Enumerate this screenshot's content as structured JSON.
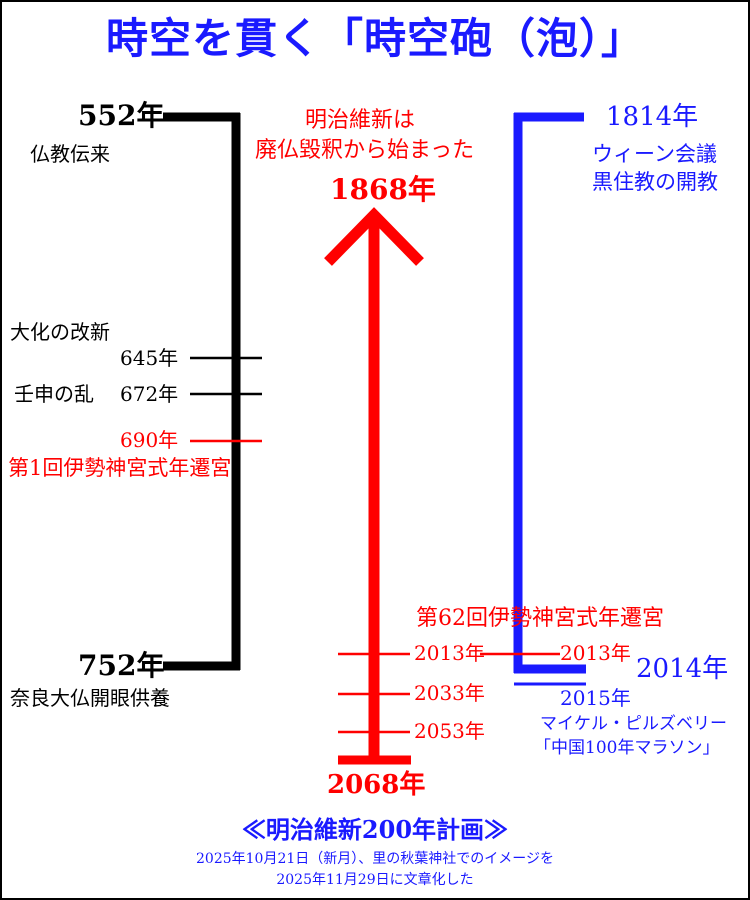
{
  "title": "時空を貫く「時空砲（泡）」",
  "colors": {
    "black": "#000000",
    "red": "#ff0000",
    "blue": "#1a1aff"
  },
  "left": {
    "start_year": "552年",
    "start_event": "仏教伝来",
    "taika_event": "大化の改新",
    "taika_year": "645年",
    "jinshin_event": "壬申の乱",
    "jinshin_year": "672年",
    "ise_year": "690年",
    "ise_event": "第1回伊勢神宮式年遷宮",
    "end_year": "752年",
    "end_event": "奈良大仏開眼供養"
  },
  "center": {
    "meiji_line1": "明治維新は",
    "meiji_line2": "廃仏毀釈から始まった",
    "start_year": "1868年",
    "ise62": "第62回伊勢神宮式年遷宮",
    "y2013": "2013年",
    "y2033": "2033年",
    "y2053": "2053年",
    "end_year": "2068年"
  },
  "right": {
    "start_year": "1814年",
    "vienna": "ウィーン会議",
    "kurozumi": "黒住教の開教",
    "y2013": "2013年",
    "y2014": "2014年",
    "y2015": "2015年",
    "pillsbury": "マイケル・ピルズベリー",
    "marathon": "「中国100年マラソン」"
  },
  "footer": {
    "plan": "≪明治維新200年計画≫",
    "note1": "2025年10月21日（新月）、里の秋葉神社でのイメージを",
    "note2": "2025年11月29日に文章化した"
  }
}
